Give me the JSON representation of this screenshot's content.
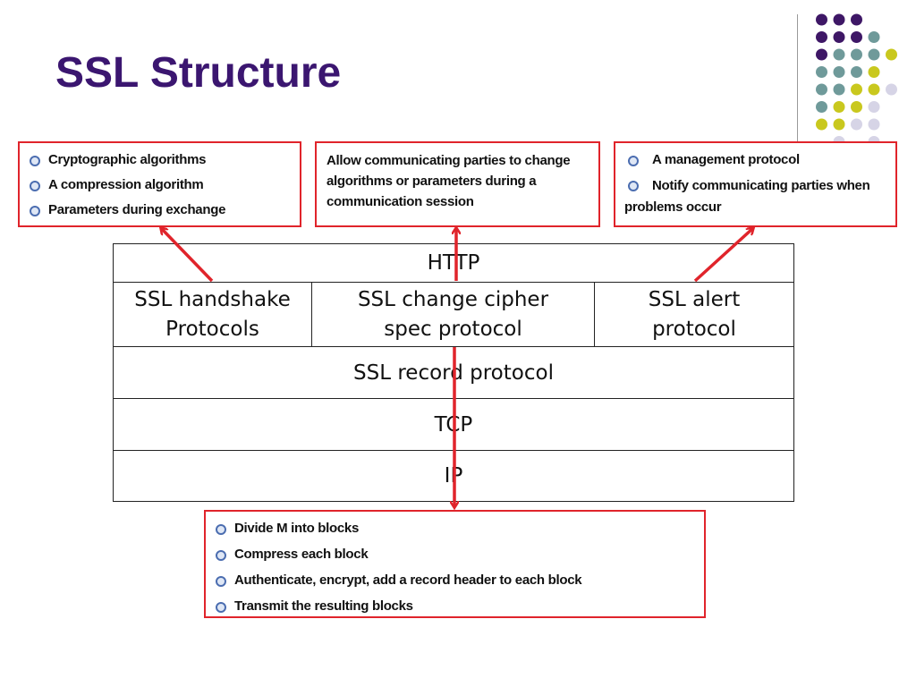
{
  "title": "SSL Structure",
  "notes": {
    "left": [
      "Cryptographic algorithms",
      "A compression algorithm",
      "Parameters during exchange"
    ],
    "middle": "Allow communicating parties to change algorithms or parameters during a communication session",
    "right": [
      "A management protocol",
      "Notify communicating parties when problems occur"
    ],
    "bottom": [
      "Divide M into blocks",
      "Compress each block",
      "Authenticate, encrypt, add a record header to each block",
      "Transmit the resulting blocks"
    ]
  },
  "stack": {
    "http": "HTTP",
    "handshake": "SSL handshake Protocols",
    "change_cipher": "SSL change cipher spec protocol",
    "alert": "SSL alert protocol",
    "record": "SSL record protocol",
    "tcp": "TCP",
    "ip": "IP"
  },
  "colors": {
    "title": "#3b1670",
    "note_border": "#e0242b",
    "arrow": "#e0242b",
    "dot_purple": "#3e1766",
    "dot_teal": "#6f9a9a",
    "dot_yellow": "#c9c81e",
    "dot_lavender": "#d6d4e6"
  }
}
